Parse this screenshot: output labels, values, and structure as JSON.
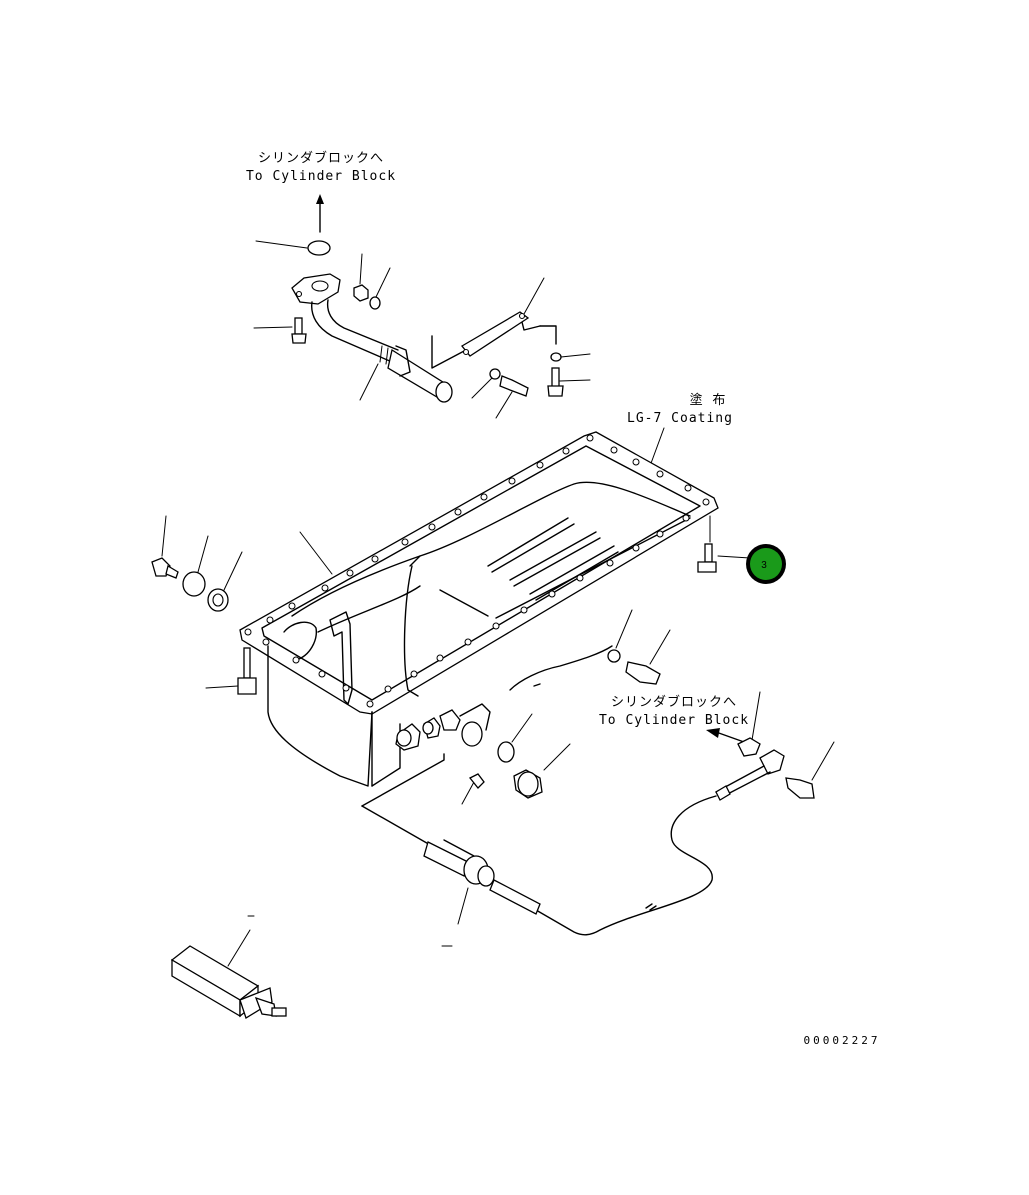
{
  "labels": {
    "top_jp": "シリンダブロックへ",
    "top_en": "To Cylinder Block",
    "coating_jp": "塗 布",
    "coating_en": "LG-7 Coating",
    "right_jp": "シリンダブロックへ",
    "right_en": "To Cylinder Block"
  },
  "callout": {
    "number": "3",
    "color": "#1a9a1a"
  },
  "drawing_code": "00002227"
}
